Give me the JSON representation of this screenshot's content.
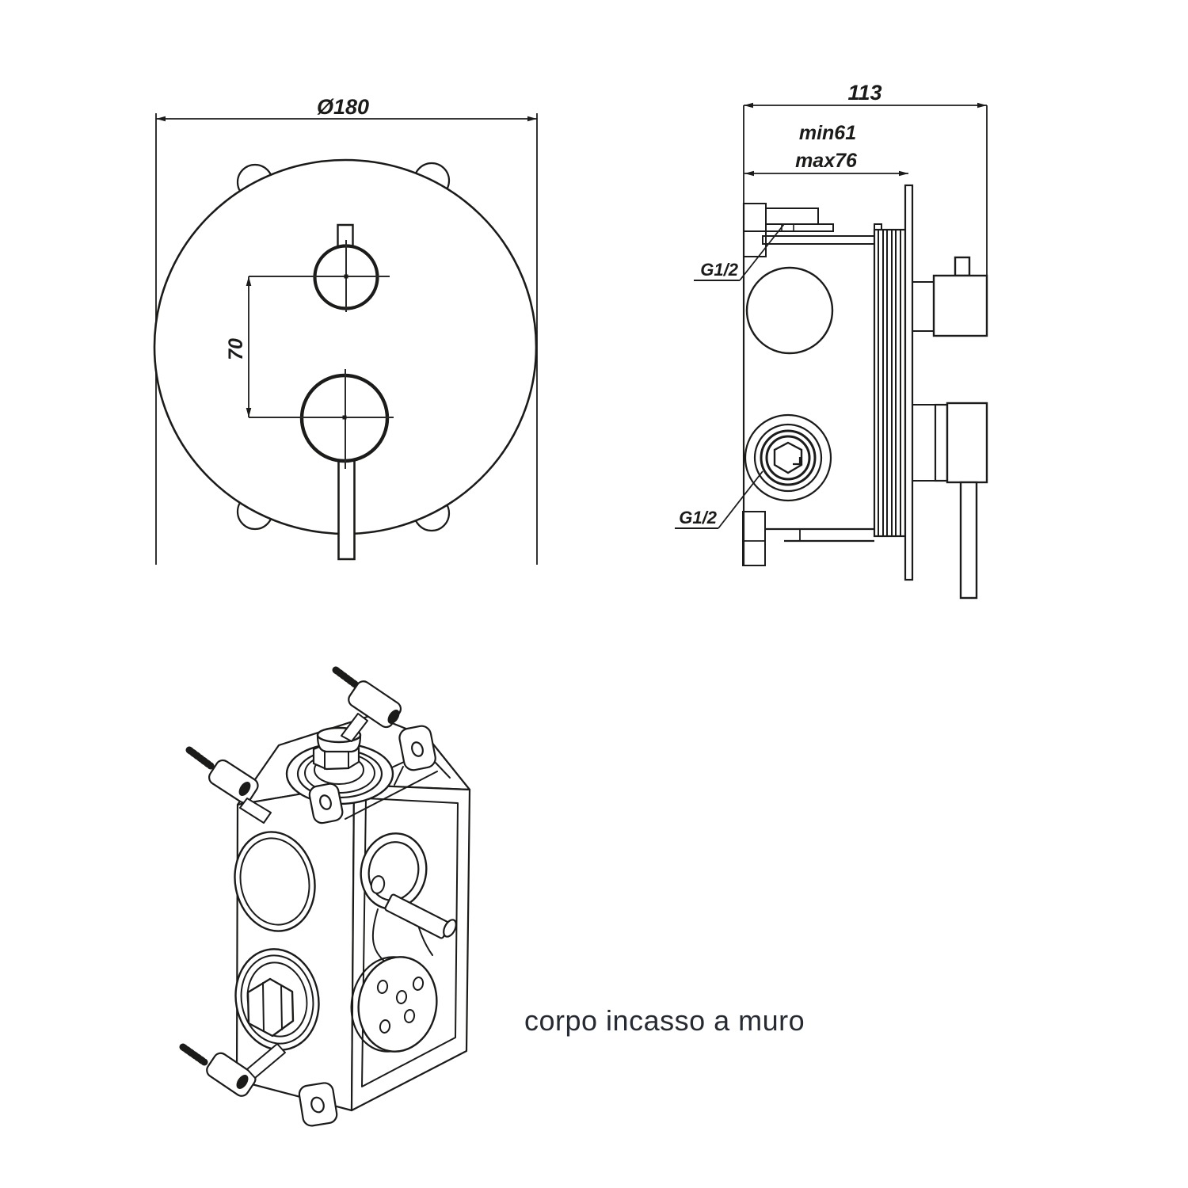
{
  "drawing": {
    "front_view": {
      "diameter_dim": "Ø180",
      "center_distance_dim": "70"
    },
    "side_view": {
      "depth_dim": "113",
      "min_depth": "min61",
      "max_depth": "max76",
      "top_port": "G1/2",
      "bottom_port": "G1/2"
    },
    "caption": "corpo incasso a muro",
    "colors": {
      "line": "#1b1b19",
      "caption_text": "#262a33",
      "background": "#ffffff"
    }
  }
}
